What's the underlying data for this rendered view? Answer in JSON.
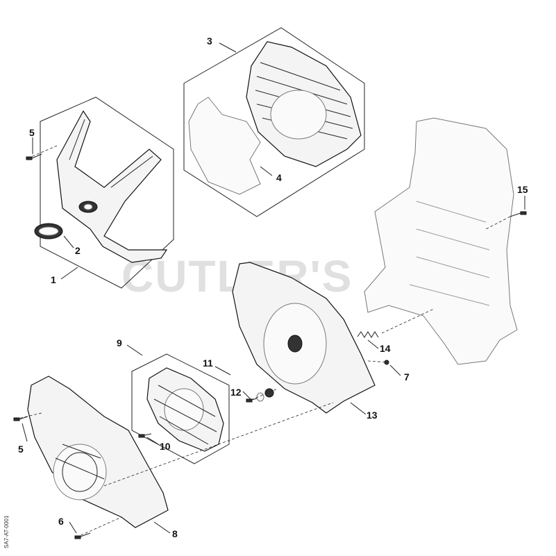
{
  "watermark": "CUTLER'S",
  "drawing_ref": "SA7-AT-0001",
  "callouts": {
    "c1": "1",
    "c2": "2",
    "c3": "3",
    "c4": "4",
    "c5a": "5",
    "c5b": "5",
    "c6": "6",
    "c7": "7",
    "c8": "8",
    "c9": "9",
    "c10": "10",
    "c11": "11",
    "c12": "12",
    "c13": "13",
    "c14": "14",
    "c15": "15"
  }
}
